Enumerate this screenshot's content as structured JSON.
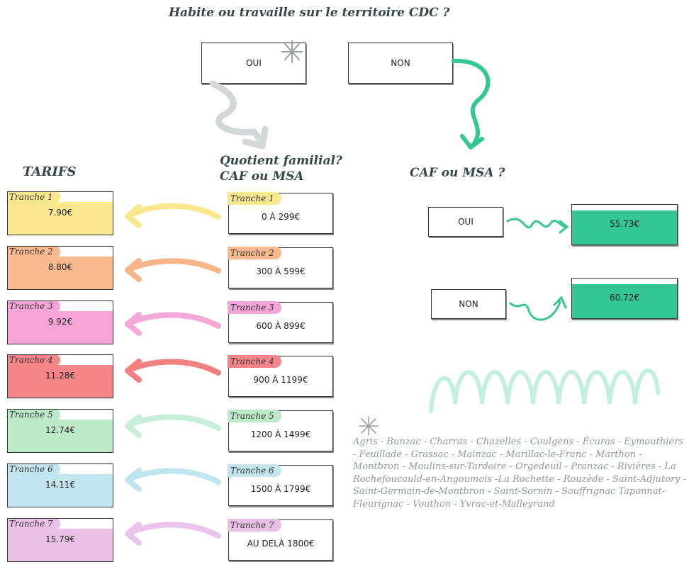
{
  "header": {
    "question": "Habite ou travaille sur le territoire CDC ?"
  },
  "top_choices": {
    "yes": "OUI",
    "no": "NON"
  },
  "tarifs_title": "TARIFS",
  "quotient_title_line1": "Quotient familial?",
  "quotient_title_line2": "CAF ou MSA",
  "caf_question": "CAF ou MSA ?",
  "tranches": [
    {
      "label": "Tranche 1",
      "price": "7.90€",
      "range": "0 À 299€",
      "color": "#fbe88e",
      "arrow": "#fbe88e"
    },
    {
      "label": "Tranche 2",
      "price": "8.80€",
      "range": "300 À 599€",
      "color": "#fbb98f",
      "arrow": "#f8b58a"
    },
    {
      "label": "Tranche 3",
      "price": "9.92€",
      "range": "600 À 899€",
      "color": "#f6a5d6",
      "arrow": "#f4a9d6"
    },
    {
      "label": "Tranche 4",
      "price": "11.28€",
      "range": "900 À 1199€",
      "color": "#f6858a",
      "arrow": "#f2807f"
    },
    {
      "label": "Tranche 5",
      "price": "12.74€",
      "range": "1200 À 1499€",
      "color": "#bdebc9",
      "arrow": "#c6efd9"
    },
    {
      "label": "Tranche 6",
      "price": "14.11€",
      "range": "1500 À 1799€",
      "color": "#c2e6f0",
      "arrow": "#bfe6f0"
    },
    {
      "label": "Tranche 7",
      "price": "15.79€",
      "range": "AU DELÀ 1800€",
      "color": "#eac0e6",
      "arrow": "#ecc3ec"
    }
  ],
  "non_resident": {
    "yes_label": "OUI",
    "yes_price": "55.73€",
    "no_label": "NON",
    "no_price": "60.72€",
    "color": "#34c795"
  },
  "communes": "Agris - Bunzac - Charras - Chazelles - Coulgens - Écuras - Eymouthiers - Feuillade - Grassac - Mainzac - Marillac-le-Franc - Marthon - Montbron - Moulins-sur-Tardoire - Orgedeuil - Pranzac - Rivières - La Rochefoucauld-en-Angoumois -La Rochette - Rouzède - Saint-Adjutory - Saint-Germain-de-Montbron - Saint-Sornin - Souffrignac Taponnat-Fleurignac - Vouthon - Yvrac-et-Malleyrand"
}
